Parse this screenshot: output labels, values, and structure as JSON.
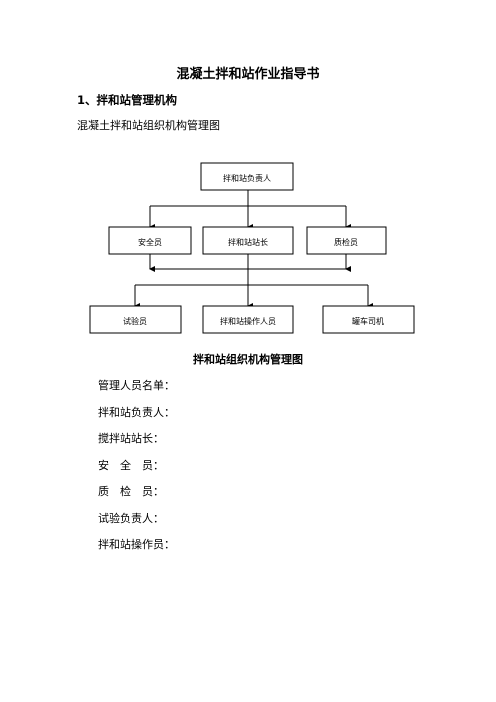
{
  "document": {
    "title": "混凝土拌和站作业指导书",
    "section_heading": "1、拌和站管理机构",
    "chart_subtitle": "混凝土拌和站组织机构管理图",
    "chart_caption": "拌和站组织机构管理图"
  },
  "org_chart": {
    "top": "拌和站负责人",
    "middle": [
      "安全员",
      "拌和站站长",
      "质检员"
    ],
    "bottom": [
      "试验员",
      "拌和站操作人员",
      "罐车司机"
    ]
  },
  "fields": [
    "管理人员名单：",
    "拌和站负责人：",
    "搅拌站站长：",
    "安　全　员：",
    "质　检　员：",
    "试验负责人：",
    "拌和站操作员："
  ]
}
